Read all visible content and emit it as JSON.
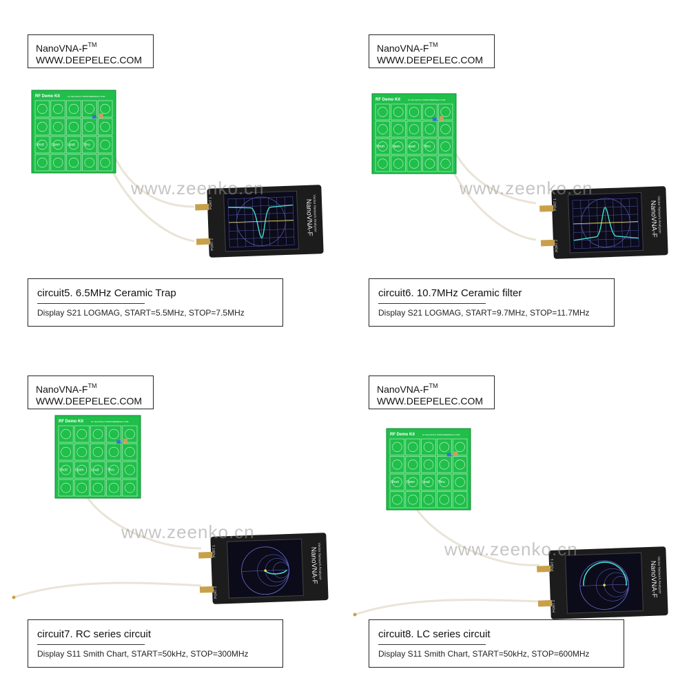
{
  "brand": {
    "name": "NanoVNA-F",
    "trademark": "TM",
    "url": "WWW.DEEPELEC.COM"
  },
  "watermark": "www.zeenko.cn",
  "board": {
    "title": "RF  Demo Kit",
    "subtitle": "for NanoVNA-F  WWW.DEEPELEC.COM",
    "labels": [
      "Short",
      "Open",
      "Load",
      "Thru"
    ]
  },
  "device": {
    "name": "NanoVNA-F",
    "subtitle": "Vector Network Analyzer",
    "port1": "PORT 1",
    "port2": "PORT 2"
  },
  "panels": [
    {
      "id": "circuit5",
      "title": "circuit5. 6.5MHz Ceramic Trap",
      "subtitle": "Display S21 LOGMAG, START=5.5MHz, STOP=7.5MHz",
      "display": "logmag-notch"
    },
    {
      "id": "circuit6",
      "title": "circuit6. 10.7MHz Ceramic filter",
      "subtitle": "Display S21 LOGMAG, START=9.7MHz, STOP=11.7MHz",
      "display": "logmag-peak"
    },
    {
      "id": "circuit7",
      "title": "circuit7. RC series circuit",
      "subtitle": "Display S11 Smith Chart, START=50kHz,  STOP=300MHz",
      "display": "smith-rc"
    },
    {
      "id": "circuit8",
      "title": "circuit8. LC series circuit",
      "subtitle": "Display S11 Smith Chart, START=50kHz,  STOP=600MHz",
      "display": "smith-lc"
    }
  ],
  "colors": {
    "pcb": "#1fbf4a",
    "pcb_dark": "#128a33",
    "device_body": "#1c1c1c",
    "screen_bg": "#0b0b1a",
    "trace_yellow": "#e8e04a",
    "trace_cyan": "#46e0d0",
    "grid": "#6a6fd6",
    "cable": "#e9e4d6",
    "connector": "#c9a04a"
  }
}
